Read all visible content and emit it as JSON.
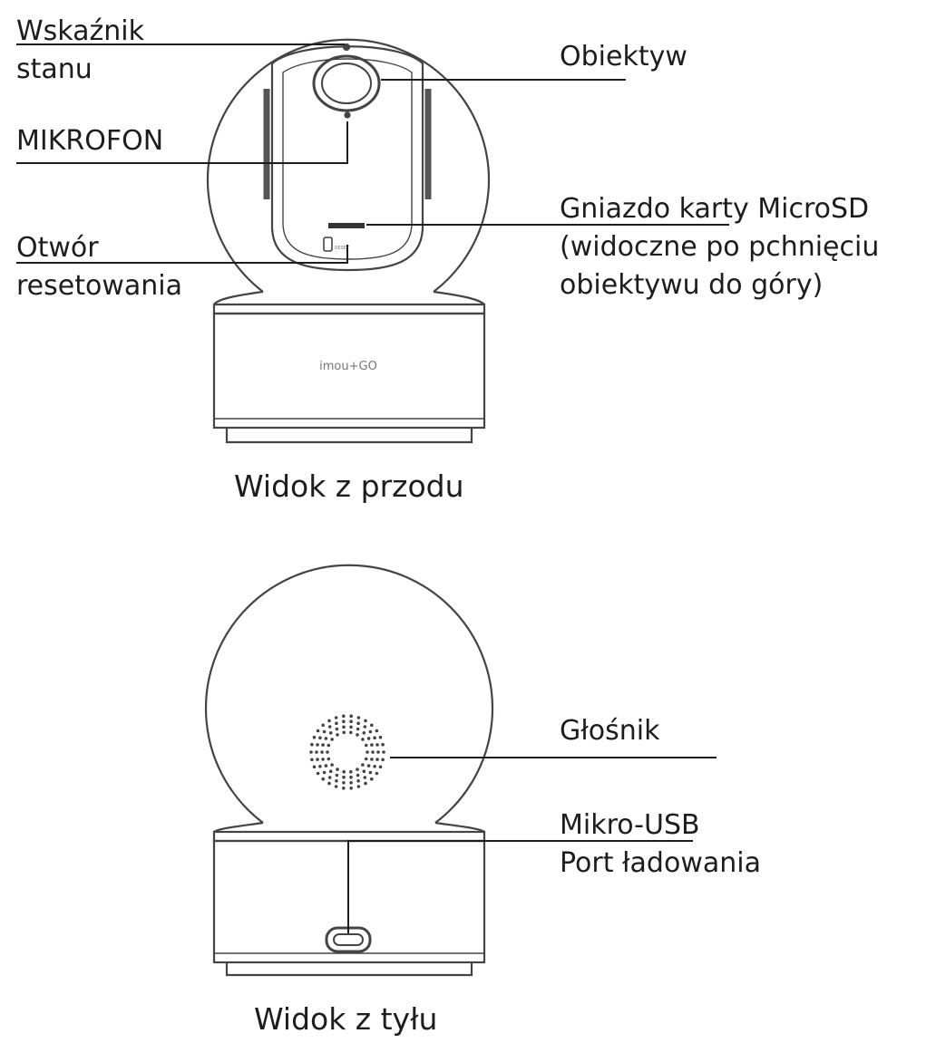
{
  "front": {
    "caption": "Widok z przodu",
    "labels": {
      "status_indicator": [
        "Wskaźnik",
        "stanu"
      ],
      "lens": "Obiektyw",
      "microphone": "MIKROFON",
      "microsd_slot": [
        "Gniazdo karty MicroSD",
        "(widoczne po pchnięciu",
        "obiektywu do góry)"
      ],
      "reset_hole": [
        "Otwór",
        "resetowania"
      ]
    },
    "brand": "imou+GO",
    "reset_text": "RESET"
  },
  "back": {
    "caption": "Widok z tyłu",
    "labels": {
      "speaker": "Głośnik",
      "usb_port": [
        "Mikro-USB",
        "Port ładowania"
      ]
    }
  },
  "colors": {
    "line": "#1d1d1d",
    "outline": "#444444",
    "fill": "#ffffff"
  }
}
